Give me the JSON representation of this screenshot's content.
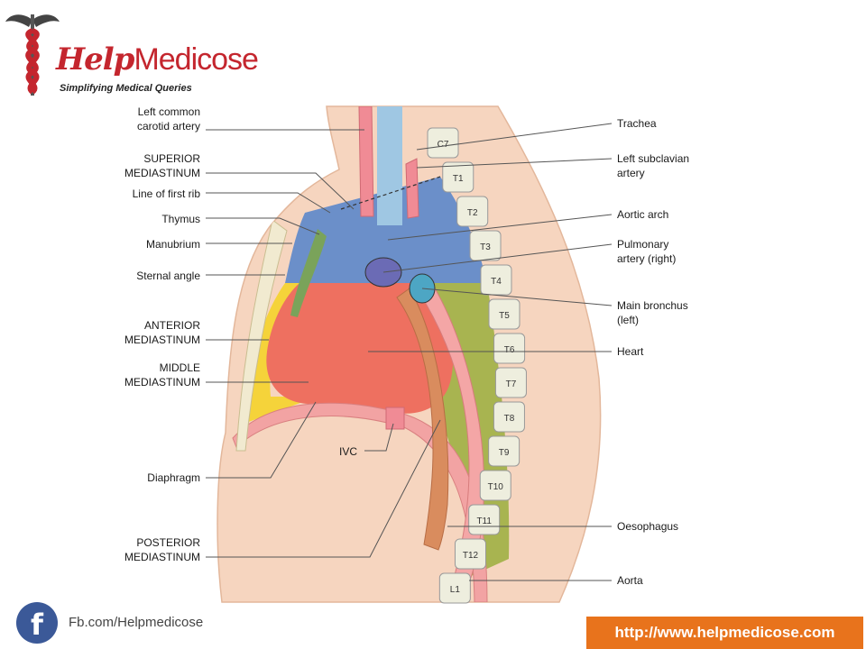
{
  "brand": {
    "name_part1": "Help",
    "name_part2": "Medicose",
    "tagline": "Simplifying Medical Queries"
  },
  "labels_left": {
    "left_common_carotid": [
      "Left common",
      "carotid artery"
    ],
    "superior_mediastinum": [
      "SUPERIOR",
      "MEDIASTINUM"
    ],
    "line_first_rib": "Line of first rib",
    "thymus": "Thymus",
    "manubrium": "Manubrium",
    "sternal_angle": "Sternal angle",
    "anterior_mediastinum": [
      "ANTERIOR",
      "MEDIASTINUM"
    ],
    "middle_mediastinum": [
      "MIDDLE",
      "MEDIASTINUM"
    ],
    "ivc": "IVC",
    "diaphragm": "Diaphragm",
    "posterior_mediastinum": [
      "POSTERIOR",
      "MEDIASTINUM"
    ]
  },
  "labels_right": {
    "trachea": "Trachea",
    "left_subclavian": [
      "Left subclavian",
      "artery"
    ],
    "aortic_arch": "Aortic arch",
    "pulmonary_artery": [
      "Pulmonary",
      "artery (right)"
    ],
    "main_bronchus": [
      "Main bronchus",
      "(left)"
    ],
    "heart": "Heart",
    "oesophagus": "Oesophagus",
    "aorta": "Aorta"
  },
  "vertebrae": [
    "C7",
    "T1",
    "T2",
    "T3",
    "T4",
    "T5",
    "T6",
    "T7",
    "T8",
    "T9",
    "T10",
    "T11",
    "T12",
    "L1"
  ],
  "footer": {
    "facebook_icon": "f",
    "facebook_text": "Fb.com/Helpmedicose",
    "url": "http://www.helpmedicose.com"
  },
  "colors": {
    "superior": "#6b8fc9",
    "middle": "#ee7060",
    "posterior": "#a3b24a",
    "anterior": "#f5d33a",
    "skin": "#f6d5bf",
    "brand_red": "#c4262e",
    "url_bg": "#e8731c"
  }
}
